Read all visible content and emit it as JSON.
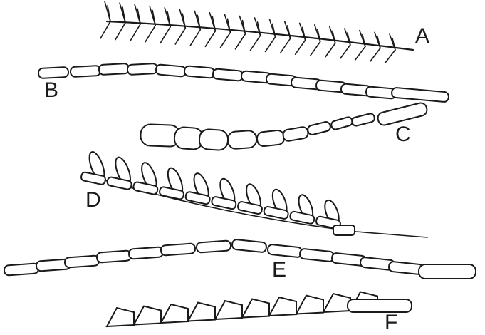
{
  "figure": {
    "labels": {
      "a": "A",
      "b": "B",
      "c": "C",
      "d": "D",
      "e": "E",
      "f": "F"
    },
    "ink_color": "#1a1a1a",
    "background": "#ffffff"
  }
}
